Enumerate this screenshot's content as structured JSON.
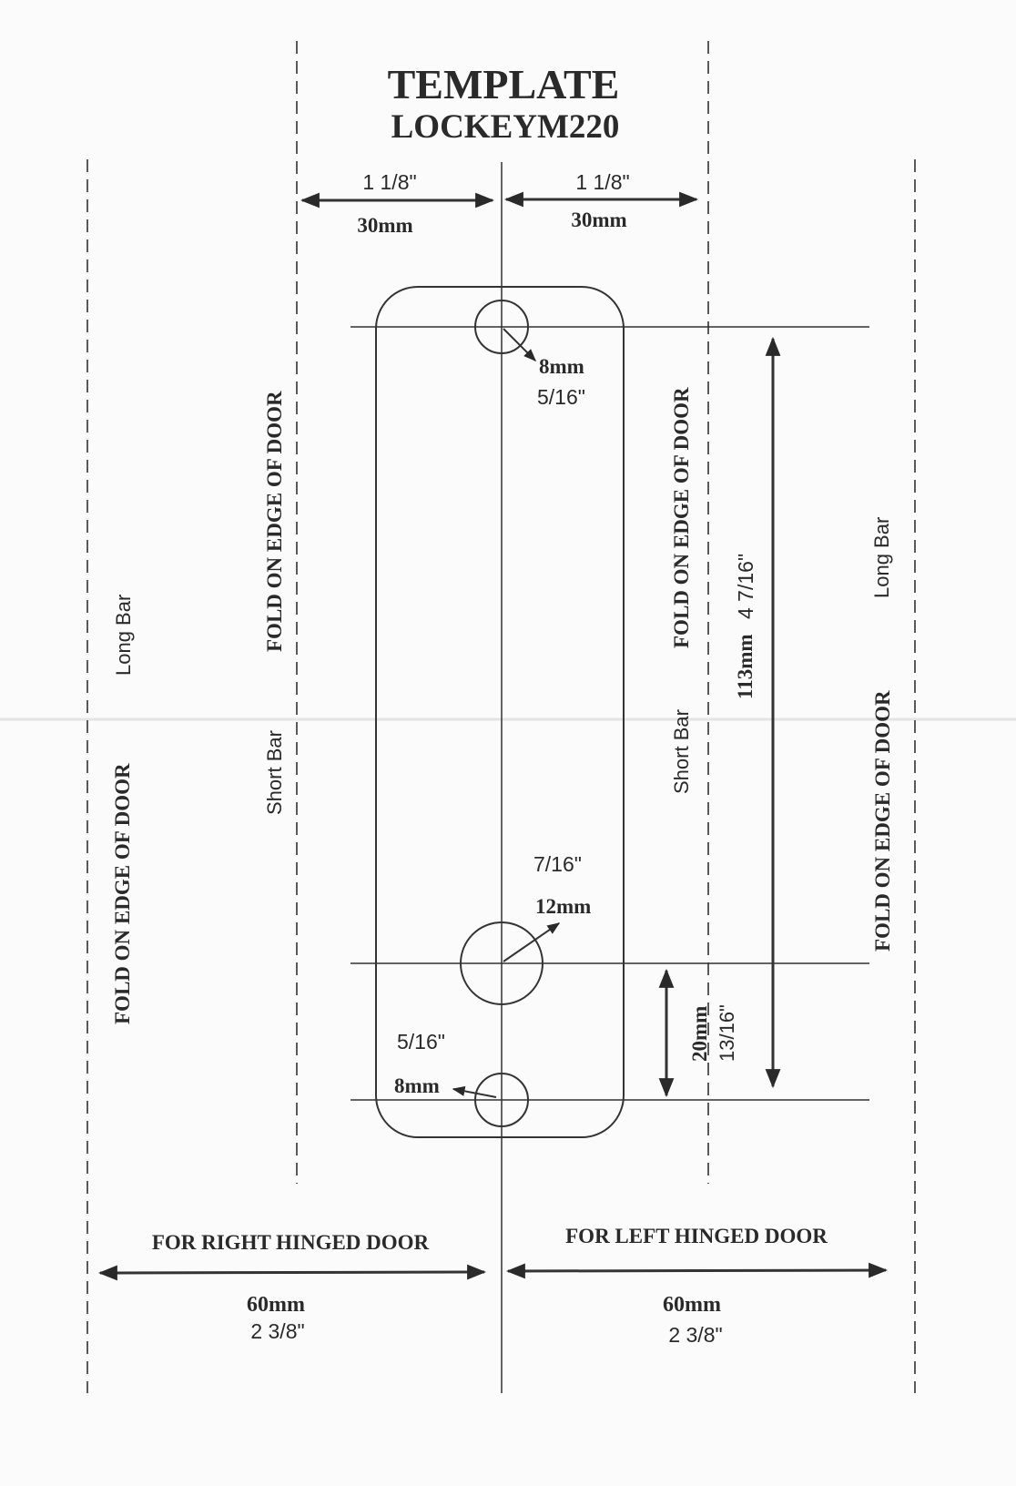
{
  "title": "TEMPLATE",
  "model": "LOCKEYM220",
  "top_dims": {
    "left_in": "1 1/8\"",
    "left_mm": "30mm",
    "right_in": "1 1/8\"",
    "right_mm": "30mm"
  },
  "holes": {
    "top_mm": "8mm",
    "top_in": "5/16\"",
    "middle_in": "7/16\"",
    "middle_mm": "12mm",
    "bottom_in": "5/16\"",
    "bottom_mm": "8mm"
  },
  "spacing": {
    "long_mm": "113mm",
    "long_in": "4 7/16\"",
    "short_mm": "20mm",
    "short_in": "13/16\""
  },
  "labels": {
    "fold": "FOLD ON EDGE OF DOOR",
    "long_bar": "Long Bar",
    "short_bar": "Short Bar"
  },
  "bottom": {
    "right_hinged": "FOR RIGHT HINGED DOOR",
    "left_hinged": "FOR LEFT HINGED DOOR",
    "right_mm": "60mm",
    "right_in": "2 3/8\"",
    "left_mm": "60mm",
    "left_in": "2 3/8\""
  },
  "colors": {
    "ink": "#2a2a2a",
    "paper": "#fbfbfb"
  }
}
